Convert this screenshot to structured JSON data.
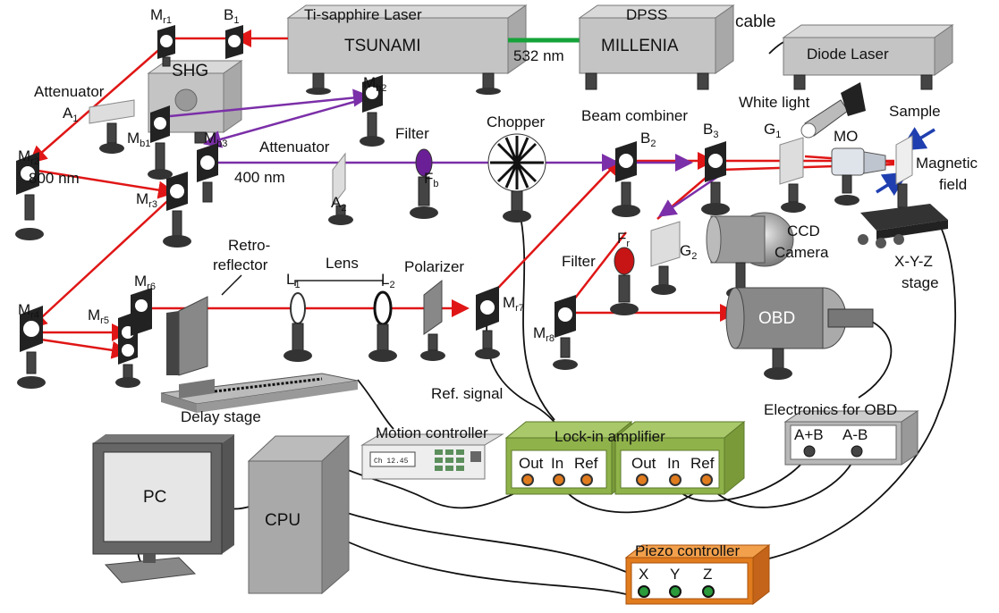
{
  "devices": {
    "tsunami_title": "Ti-sapphire Laser",
    "tsunami": "TSUNAMI",
    "dpss": "DPSS",
    "millenia": "MILLENIA",
    "cable": "cable",
    "diode": "Diode Laser",
    "nm532": "532 nm",
    "shg": "SHG"
  },
  "labels": {
    "attenuator1": "Attenuator",
    "attenuator2": "Attenuator",
    "nm800": "800 nm",
    "nm400": "400 nm",
    "filter1": "Filter",
    "filter2": "Filter",
    "chopper": "Chopper",
    "beam_combiner": "Beam combiner",
    "white_light": "White light",
    "sample": "Sample",
    "mo": "MO",
    "magnetic1": "Magnetic",
    "magnetic2": "field",
    "ccd1": "CCD",
    "ccd2": "Camera",
    "xyz1": "X-Y-Z",
    "xyz2": "stage",
    "retro1": "Retro-",
    "retro2": "reflector",
    "lens": "Lens",
    "polarizer": "Polarizer",
    "obd": "OBD",
    "delay_stage": "Delay stage",
    "ref_signal": "Ref. signal",
    "motion_controller": "Motion controller",
    "motion_display": "Ch 12.45",
    "lockin": "Lock-in amplifier",
    "electronics_obd": "Electronics for OBD",
    "pc": "PC",
    "cpu": "CPU",
    "piezo": "Piezo controller"
  },
  "components": {
    "Mr1": [
      "M",
      "r1"
    ],
    "B1": [
      "B",
      "1"
    ],
    "A1": [
      "A",
      "1"
    ],
    "Mr2": [
      "M",
      "r2"
    ],
    "Mb1": [
      "M",
      "b1"
    ],
    "Mb2": [
      "M",
      "b2"
    ],
    "Mb3": [
      "M",
      "b3"
    ],
    "Mr3": [
      "M",
      "r3"
    ],
    "A2": [
      "A",
      "2"
    ],
    "Fb": [
      "F",
      "b"
    ],
    "B2": [
      "B",
      "2"
    ],
    "B3": [
      "B",
      "3"
    ],
    "G1": [
      "G",
      "1"
    ],
    "G2": [
      "G",
      "2"
    ],
    "Fr": [
      "F",
      "r"
    ],
    "Mr4": [
      "M",
      "r4"
    ],
    "Mr5": [
      "M",
      "r5"
    ],
    "Mr6": [
      "M",
      "r6"
    ],
    "L1": [
      "L",
      "1"
    ],
    "L2": [
      "L",
      "2"
    ],
    "Mr7": [
      "M",
      "r7"
    ],
    "Mr8": [
      "M",
      "r8"
    ]
  },
  "lockin_ports": [
    "Out",
    "In",
    "Ref"
  ],
  "obd_ports": [
    "A+B",
    "A-B"
  ],
  "piezo_ports": [
    "X",
    "Y",
    "Z"
  ],
  "colors": {
    "red_beam": "#e01616",
    "blue_beam": "#7b2fa8",
    "green_532": "#16a33a",
    "lockin_box": "#8fb24a",
    "piezo_box": "#e07b1e"
  }
}
